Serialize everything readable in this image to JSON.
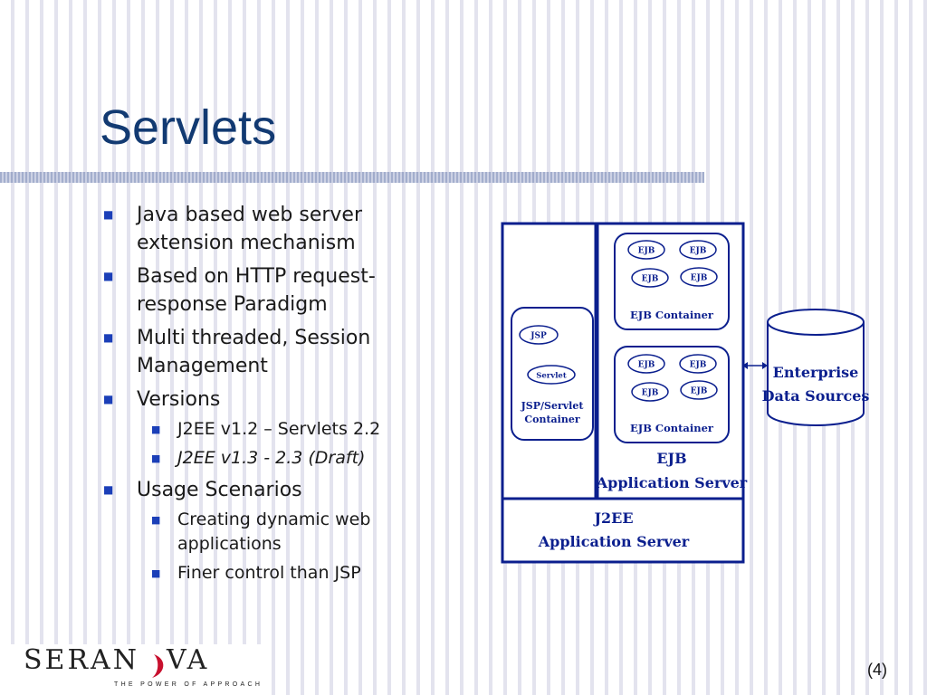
{
  "slide": {
    "title": "Servlets",
    "page_number": "(4)"
  },
  "bullets": [
    {
      "text": "Java based web server extension mechanism",
      "sub": []
    },
    {
      "text": "Based on HTTP request-response Paradigm",
      "sub": []
    },
    {
      "text": "Multi threaded, Session Management",
      "sub": []
    },
    {
      "text": "Versions",
      "sub": [
        {
          "text": "J2EE v1.2 – Servlets 2.2",
          "italic": false
        },
        {
          "text": "J2EE v1.3 - 2.3 (Draft)",
          "italic": true
        }
      ]
    },
    {
      "text": "Usage Scenarios",
      "sub": [
        {
          "text": "Creating dynamic web applications",
          "italic": false
        },
        {
          "text": "Finer control than JSP",
          "italic": false
        }
      ]
    }
  ],
  "diagram": {
    "ejb_containers": [
      {
        "beans": [
          "EJB",
          "EJB",
          "EJB",
          "EJB"
        ],
        "label": "EJB Container"
      },
      {
        "beans": [
          "EJB",
          "EJB",
          "EJB",
          "EJB"
        ],
        "label": "EJB Container"
      }
    ],
    "jsp_container": {
      "jsp_label": "JSP",
      "servlet_label": "Servlet",
      "label_line1": "JSP/Servlet",
      "label_line2": "Container"
    },
    "ejb_server": {
      "line1": "EJB",
      "line2": "Application Server"
    },
    "j2ee_server": {
      "line1": "J2EE",
      "line2": "Application Server"
    },
    "data_source": {
      "line1": "Enterprise",
      "line2": "Data Sources"
    },
    "color": "#0b1f8e"
  },
  "logo": {
    "wordmark_left": "SERAN",
    "wordmark_right": "VA",
    "tagline": "THE POWER OF APPROACH",
    "swoosh_color": "#c8102e"
  }
}
